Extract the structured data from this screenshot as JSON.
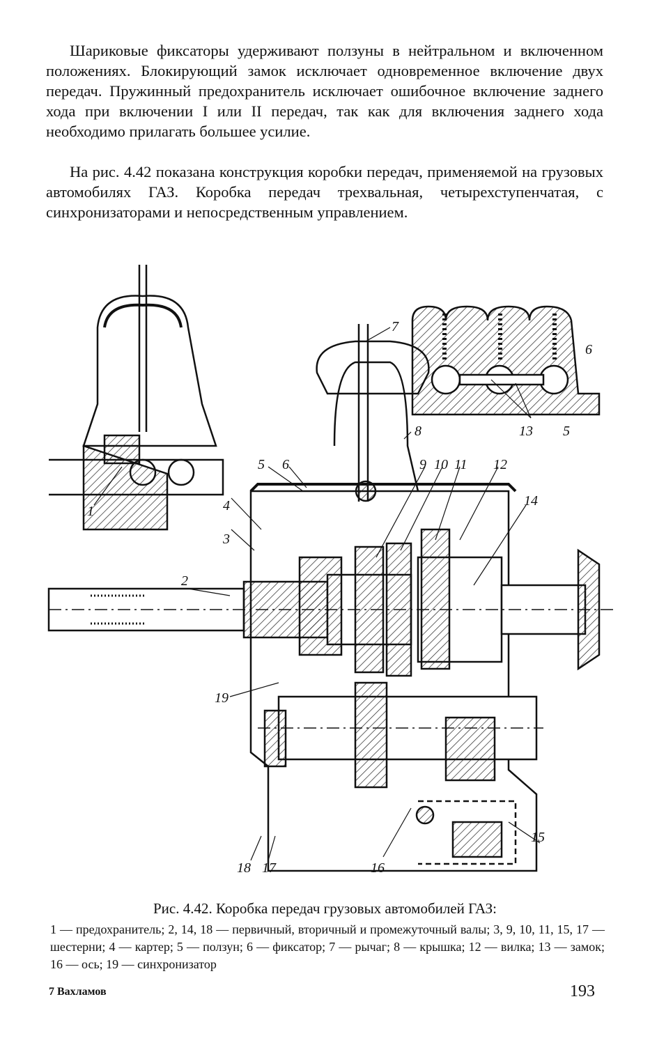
{
  "paragraphs": {
    "p1": "Шариковые фиксаторы удерживают ползуны в нейтральном и включенном положениях. Блокирующий замок исключает одновременное включение двух передач. Пружинный предохранитель исключает ошибочное включение заднего хода при включении I или II передач, так как для включения заднего хода необходимо прилагать большее усилие.",
    "p2": "На рис. 4.42 показана конструкция коробки передач, применяемой на грузовых автомобилях ГАЗ. Коробка передач трехвальная, четырехступенчатая, с синхронизаторами и непосредственным управлением."
  },
  "figure": {
    "labels": {
      "l1": "1",
      "l2": "2",
      "l3": "3",
      "l4": "4",
      "l5a": "5",
      "l6a": "6",
      "l7": "7",
      "l8": "8",
      "l9": "9",
      "l10": "10",
      "l11": "11",
      "l12": "12",
      "l13": "13",
      "l5b": "5",
      "l6b": "6",
      "l14": "14",
      "l15": "15",
      "l16": "16",
      "l17": "17",
      "l18": "18",
      "l19": "19"
    }
  },
  "caption": {
    "title": "Рис. 4.42. Коробка передач грузовых автомобилей ГАЗ:",
    "legend": "1 — предохранитель; 2, 14, 18 — первичный, вторичный и промежуточный валы; 3, 9, 10, 11, 15, 17 — шестерни; 4 — картер; 5 — ползун; 6 — фиксатор; 7 — рычаг; 8 — крышка; 12 — вилка; 13 — замок; 16 — ось; 19 — синхронизатор"
  },
  "footer": {
    "signature": "7 Вахламов",
    "page_number": "193"
  }
}
